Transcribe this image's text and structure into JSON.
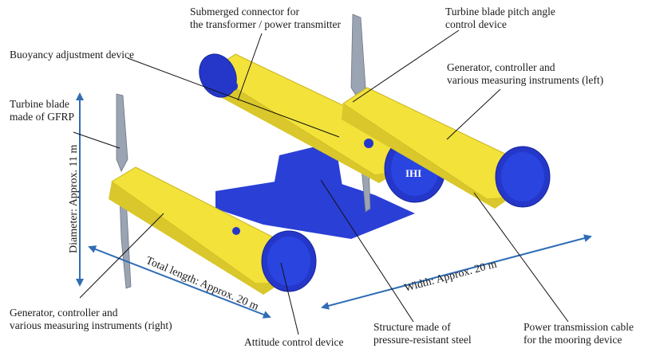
{
  "labels": {
    "submerged_connector": [
      "Submerged connector for",
      "the transformer / power transmitter"
    ],
    "pitch_control": [
      "Turbine blade pitch angle",
      "control device"
    ],
    "buoyancy": [
      "Buoyancy adjustment device"
    ],
    "generator_left": [
      "Generator, controller and",
      "various measuring instruments (left)"
    ],
    "turbine_blade": [
      "Turbine blade",
      "made of GFRP"
    ],
    "generator_right": [
      "Generator, controller and",
      "various measuring instruments (right)"
    ],
    "attitude": [
      "Attitude control device"
    ],
    "structure": [
      "Structure made of",
      "pressure-resistant steel"
    ],
    "power_cable": [
      "Power transmission cable",
      "for the mooring device"
    ]
  },
  "dimensions": {
    "diameter": "Diameter: Approx. 11 m",
    "total_length": "Total length: Approx. 20 m",
    "width": "Width: Approx. 20 m"
  },
  "logo_text": "IHI",
  "colors": {
    "hull": "#f2e23a",
    "end_cap": "#2437c9",
    "dimension_arrow": "#2f6db5"
  }
}
